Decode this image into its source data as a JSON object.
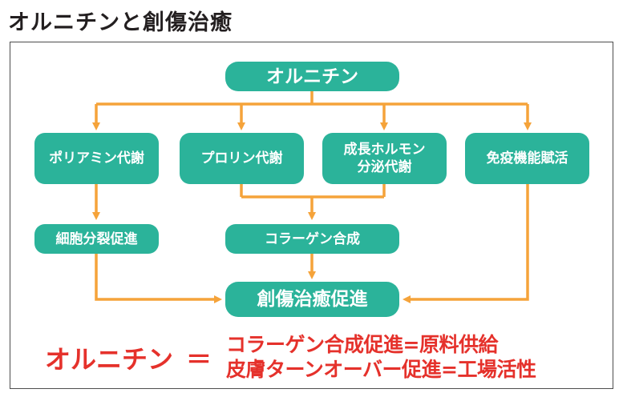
{
  "title": "オルニチンと創傷治癒",
  "colors": {
    "node": "#2bb39a",
    "arrow": "#f5a33a",
    "accent_text": "#e5312b",
    "frame": "#4d4d4d"
  },
  "nodes": {
    "ornithine": "オルニチン",
    "polyamine": "ポリアミン代謝",
    "proline": "プロリン代謝",
    "growth_hormone_1": "成長ホルモン",
    "growth_hormone_2": "分泌代謝",
    "immune": "免疫機能賦活",
    "cell_division": "細胞分裂促進",
    "collagen": "コラーゲン合成",
    "wound_healing": "創傷治癒促進"
  },
  "formula": {
    "left": "オルニチン",
    "equals": "＝",
    "line1": "コラーゲン合成促進=原料供給",
    "line2": "皮膚ターンオーバー促進=工場活性"
  }
}
